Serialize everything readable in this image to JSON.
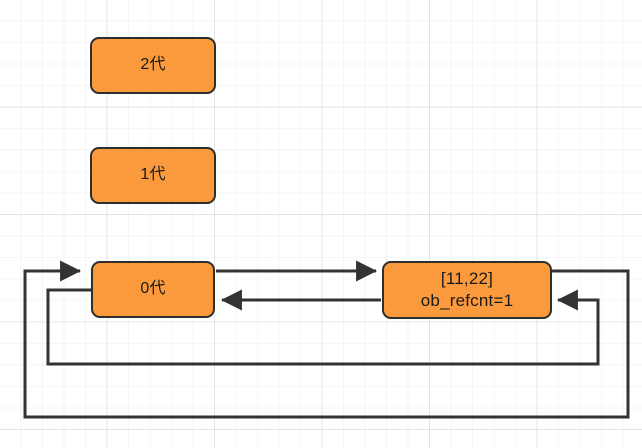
{
  "diagram": {
    "title": "Python generational garbage collection linked lists",
    "background": "#ffffff",
    "grid_color": "#ebebeb",
    "node_fill": "#fa9a3c",
    "node_stroke": "#2e2e2e",
    "edge_color": "#333333",
    "nodes": [
      {
        "id": "gen2",
        "label": "2代",
        "lines": [
          "2代"
        ]
      },
      {
        "id": "gen1",
        "label": "1代",
        "lines": [
          "1代"
        ]
      },
      {
        "id": "gen0",
        "label": "0代",
        "lines": [
          "0代"
        ]
      },
      {
        "id": "obj",
        "label": "[11,22] ob_refcnt=1",
        "lines": [
          "[11,22]",
          "ob_refcnt=1"
        ]
      }
    ],
    "edges": [
      {
        "id": "gen0-to-obj",
        "from": "gen0",
        "to": "obj",
        "direction": "forward",
        "arrow": true
      },
      {
        "id": "obj-to-gen0",
        "from": "obj",
        "to": "gen0",
        "direction": "backward",
        "arrow": true
      },
      {
        "id": "outer-loop",
        "from": "obj",
        "to": "gen0",
        "direction": "loop-bottom-outer",
        "arrow": true
      },
      {
        "id": "inner-loop",
        "from": "gen0",
        "to": "obj",
        "direction": "loop-bottom-inner",
        "arrow": true
      }
    ]
  }
}
